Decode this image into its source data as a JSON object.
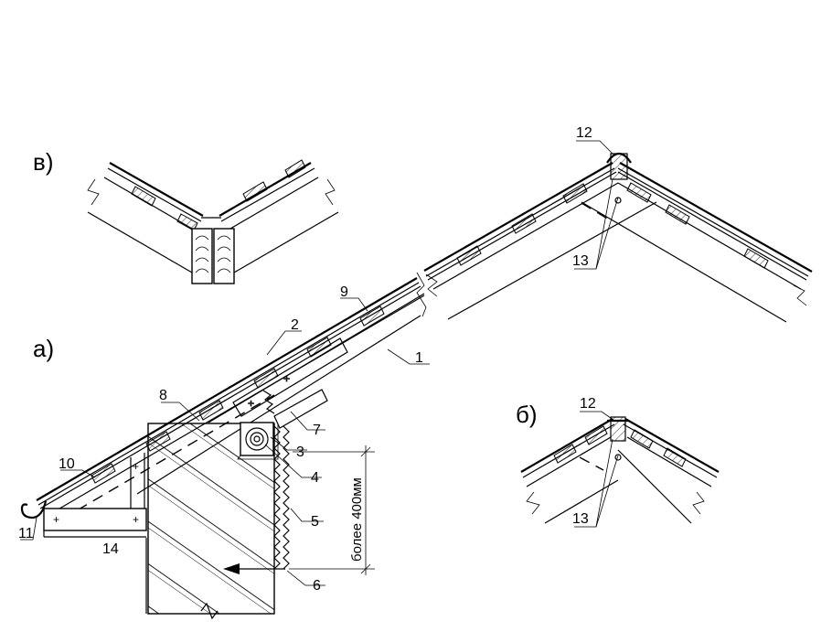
{
  "views": {
    "a": "а)",
    "b": "б)",
    "v": "в)"
  },
  "callouts": {
    "c1": "1",
    "c2": "2",
    "c3": "3",
    "c4": "4",
    "c5": "5",
    "c6": "6",
    "c7": "7",
    "c8": "8",
    "c9": "9",
    "c10": "10",
    "c11": "11",
    "c12_main": "12",
    "c13_main": "13",
    "c14": "14",
    "c12_b": "12",
    "c13_b": "13"
  },
  "dimension": {
    "text": "более 400мм"
  }
}
